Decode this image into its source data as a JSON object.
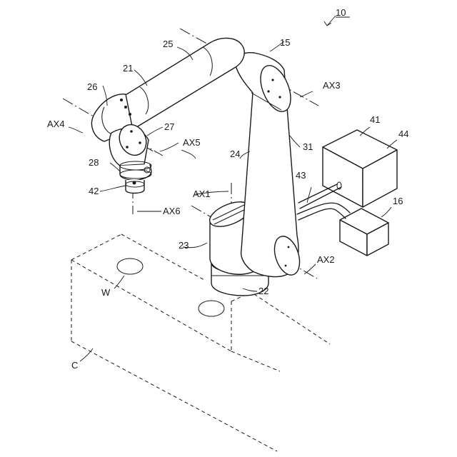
{
  "figure": {
    "labels": {
      "ref_10": "10",
      "ref_15": "15",
      "ref_21": "21",
      "ref_22": "22",
      "ref_23": "23",
      "ref_24": "24",
      "ref_25": "25",
      "ref_26": "26",
      "ref_27": "27",
      "ref_28": "28",
      "ref_31": "31",
      "ref_41": "41",
      "ref_42": "42",
      "ref_43": "43",
      "ref_44": "44",
      "ref_16": "16",
      "ref_W": "W",
      "ref_C": "C",
      "AX1": "AX1",
      "AX2": "AX2",
      "AX3": "AX3",
      "AX4": "AX4",
      "AX5": "AX5",
      "AX6": "AX6"
    }
  }
}
